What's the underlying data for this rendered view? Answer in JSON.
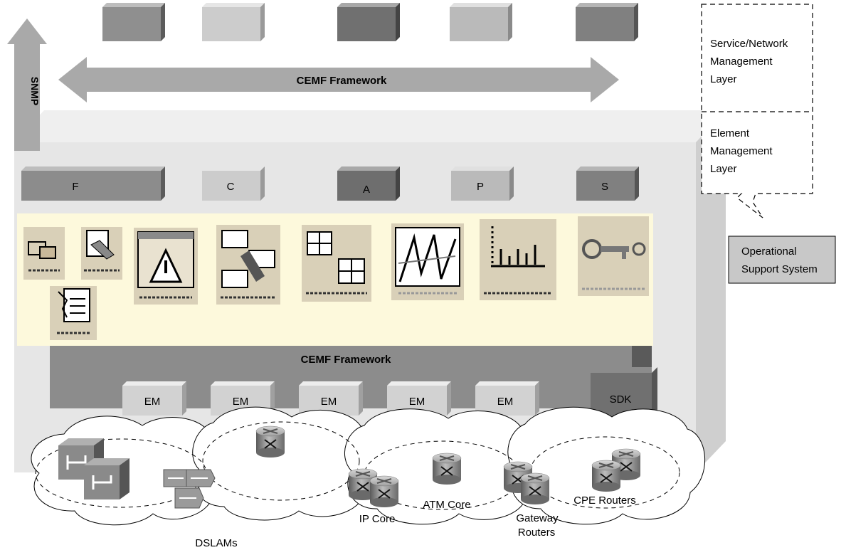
{
  "top_framework_label": "CEMF Framework",
  "snmp_label": "SNMP",
  "layers": {
    "service_network": [
      "Service/Network",
      "Management",
      "Layer"
    ],
    "element": [
      "Element",
      "Management",
      "Layer"
    ]
  },
  "oss_label": [
    "Operational",
    "Support System"
  ],
  "services": [
    "F",
    "C",
    "A",
    "P",
    "S"
  ],
  "inner_framework_label": "CEMF Framework",
  "em_modules": [
    "EM",
    "EM",
    "EM",
    "EM",
    "EM"
  ],
  "sdk_label": "SDK",
  "networks": {
    "dslams": "DSLAMs",
    "ip_core": "IP Core",
    "atm_core": "ATM Core",
    "gateway_routers": [
      "Gateway",
      "Routers"
    ],
    "cpe_routers": "CPE Routers"
  },
  "colors": {
    "panel_light": "#e6e6e6",
    "panel_side": "#cfcfcf",
    "icon_strip": "#fdf9dc",
    "module_mid": "#8c8c8c",
    "module_light": "#cccccc",
    "module_dark": "#6e6e6e",
    "oss_fill": "#c8c8c8"
  }
}
